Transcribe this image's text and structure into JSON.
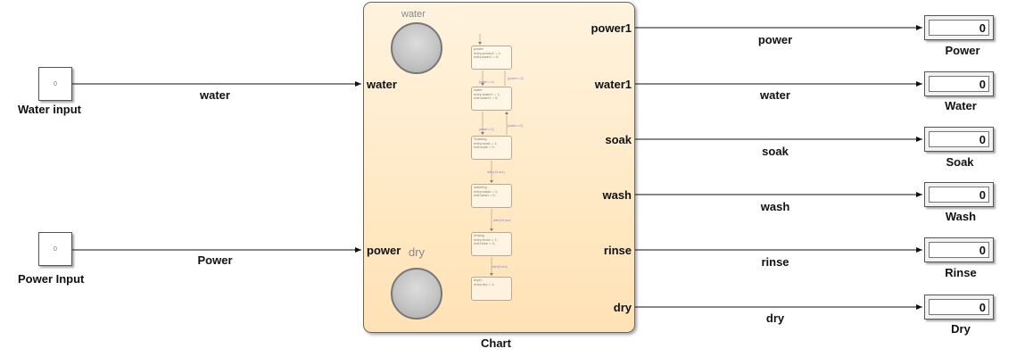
{
  "inputs": {
    "water_block": {
      "value": "0",
      "label": "Water input"
    },
    "power_block": {
      "value": "0",
      "label": "Power Input"
    }
  },
  "input_signals": {
    "water": "water",
    "power": "Power"
  },
  "chart": {
    "label": "Chart",
    "inports": {
      "water": "water",
      "power": "power"
    },
    "lamps": {
      "water": "water",
      "dry": "dry"
    },
    "states": [
      {
        "name": "power",
        "lines": [
          "entry:power1 = 1;",
          "exit:power1 = 0;"
        ]
      },
      {
        "name": "water",
        "lines": [
          "entry:water1 = 1;",
          "exit:water1 = 0;"
        ]
      },
      {
        "name": "Soaking",
        "lines": [
          "entry:soak = 1;",
          "exit:soak = 0;"
        ]
      },
      {
        "name": "washing",
        "lines": [
          "entry:wash = 1;",
          "exit:wash = 0;"
        ]
      },
      {
        "name": "rinsing",
        "lines": [
          "entry:rinse = 1;",
          "exit:rinse = 0;"
        ]
      },
      {
        "name": "dryer",
        "lines": [
          "entry:dry = 1;"
        ]
      }
    ],
    "transitions": {
      "power_on": "[power==1]",
      "water_cond": "[water==1]",
      "water_back": "[water==0]",
      "water_on": "[water==1]",
      "soak_after": "after(10,sec)",
      "wash_after": "after(10,sec)",
      "rinse_after": "after(5,sec)"
    }
  },
  "outputs": [
    {
      "port": "power1",
      "signal": "power",
      "value": "0",
      "display": "Power"
    },
    {
      "port": "water1",
      "signal": "water",
      "value": "0",
      "display": "Water"
    },
    {
      "port": "soak",
      "signal": "soak",
      "value": "0",
      "display": "Soak"
    },
    {
      "port": "wash",
      "signal": "wash",
      "value": "0",
      "display": "Wash"
    },
    {
      "port": "rinse",
      "signal": "rinse",
      "value": "0",
      "display": "Rinse"
    },
    {
      "port": "dry",
      "signal": "dry",
      "value": "0",
      "display": "Dry"
    }
  ],
  "colors": {
    "line": "#111111",
    "chart_fill": "#ffe9c4",
    "transition_text": "#8a86c9"
  }
}
